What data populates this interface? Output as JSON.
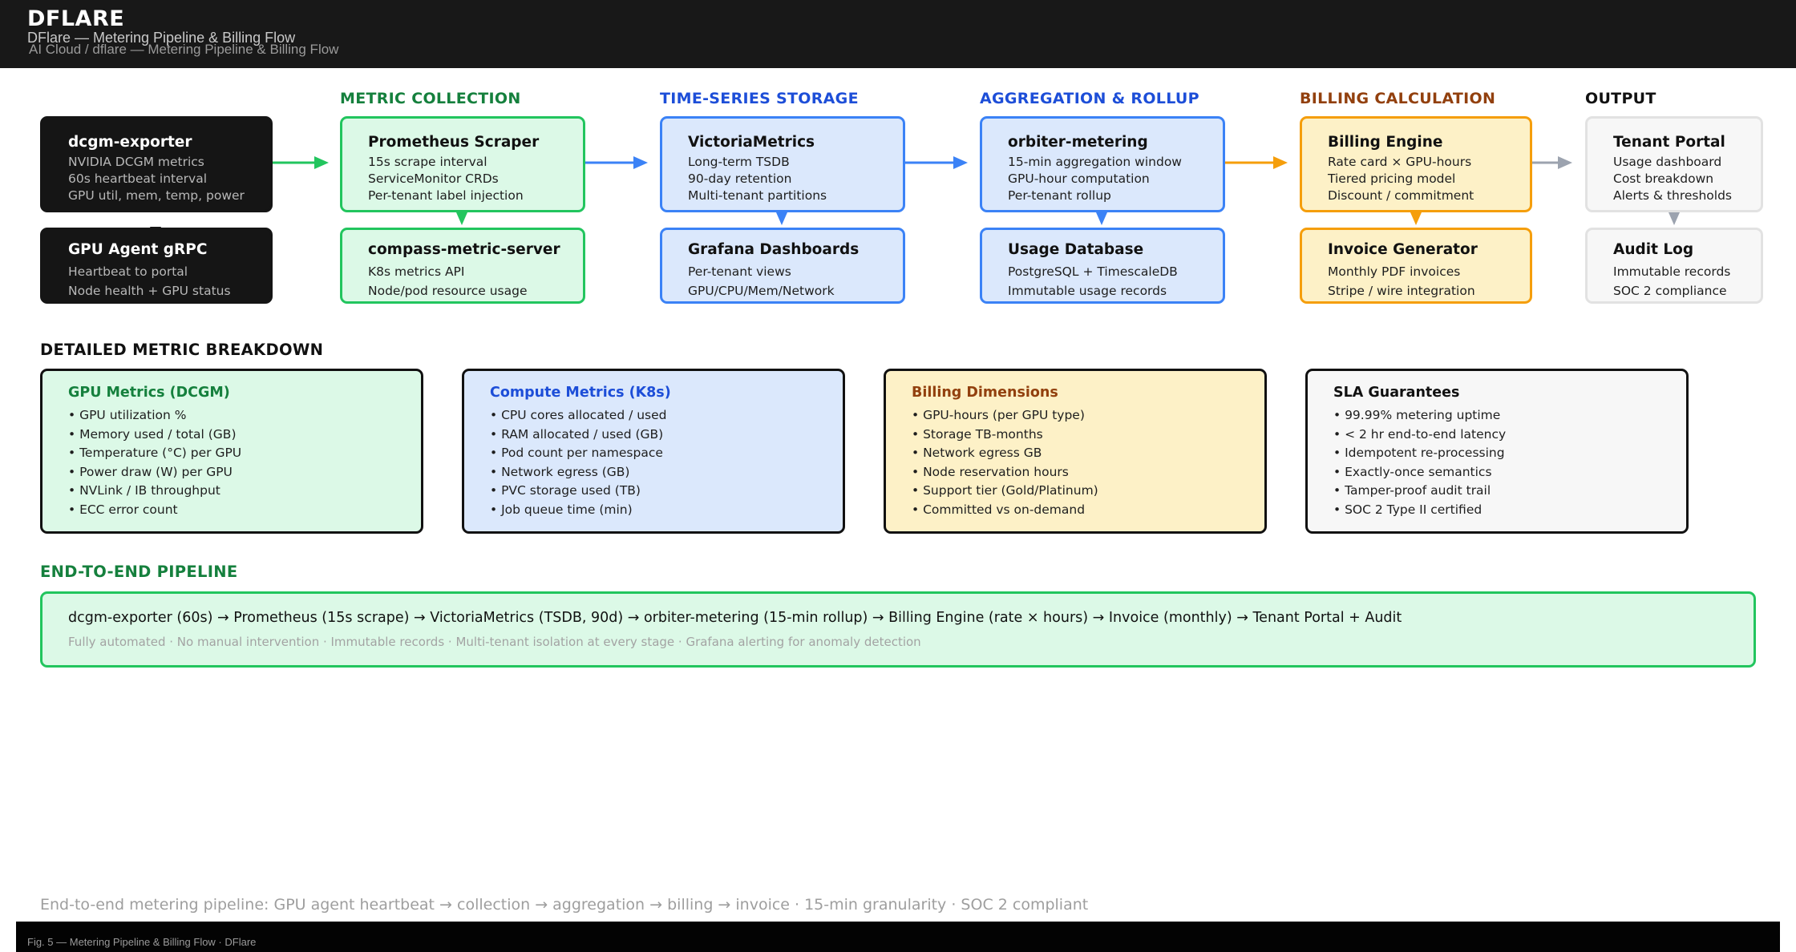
{
  "header": {
    "brand": "DFLARE",
    "subtitle": "DFlare — Metering Pipeline & Billing Flow",
    "breadcrumb": "AI Cloud / dflare — Metering Pipeline & Billing Flow"
  },
  "stages": [
    {
      "label": "METRIC COLLECTION",
      "color": "#15803d"
    },
    {
      "label": "TIME-SERIES STORAGE",
      "color": "#1d4ed8"
    },
    {
      "label": "AGGREGATION & ROLLUP",
      "color": "#1d4ed8"
    },
    {
      "label": "BILLING CALCULATION",
      "color": "#92400e"
    },
    {
      "label": "OUTPUT",
      "color": "#111111"
    }
  ],
  "nodes": {
    "dcgm_exporter": {
      "title": "dcgm-exporter",
      "lines": [
        "NVIDIA DCGM metrics",
        "60s heartbeat interval",
        "GPU util, mem, temp, power"
      ]
    },
    "gpu_agent": {
      "title": "GPU Agent gRPC",
      "lines": [
        "Heartbeat to portal",
        "Node health + GPU status"
      ]
    },
    "prometheus": {
      "title": "Prometheus Scraper",
      "lines": [
        "15s scrape interval",
        "ServiceMonitor CRDs",
        "Per-tenant label injection"
      ]
    },
    "compass": {
      "title": "compass-metric-server",
      "lines": [
        "K8s metrics API",
        "Node/pod resource usage"
      ]
    },
    "victoria": {
      "title": "VictoriaMetrics",
      "lines": [
        "Long-term TSDB",
        "90-day retention",
        "Multi-tenant partitions"
      ]
    },
    "grafana": {
      "title": "Grafana Dashboards",
      "lines": [
        "Per-tenant views",
        "GPU/CPU/Mem/Network"
      ]
    },
    "orbiter": {
      "title": "orbiter-metering",
      "lines": [
        "15-min aggregation window",
        "GPU-hour computation",
        "Per-tenant rollup"
      ]
    },
    "usage_db": {
      "title": "Usage Database",
      "lines": [
        "PostgreSQL + TimescaleDB",
        "Immutable usage records"
      ]
    },
    "billing_engine": {
      "title": "Billing Engine",
      "lines": [
        "Rate card × GPU-hours",
        "Tiered pricing model",
        "Discount / commitment"
      ]
    },
    "invoice_gen": {
      "title": "Invoice Generator",
      "lines": [
        "Monthly PDF invoices",
        "Stripe / wire integration"
      ]
    },
    "tenant_portal": {
      "title": "Tenant Portal",
      "lines": [
        "Usage dashboard",
        "Cost breakdown",
        "Alerts & thresholds"
      ]
    },
    "audit_log": {
      "title": "Audit Log",
      "lines": [
        "Immutable records",
        "SOC 2 compliance"
      ]
    }
  },
  "breakdown": {
    "heading": "DETAILED METRIC BREAKDOWN",
    "cards": [
      {
        "title": "GPU Metrics (DCGM)",
        "title_color": "#15803d",
        "items": [
          "• GPU utilization %",
          "• Memory used / total (GB)",
          "• Temperature (°C) per GPU",
          "• Power draw (W) per GPU",
          "• NVLink / IB throughput",
          "• ECC error count"
        ]
      },
      {
        "title": "Compute Metrics (K8s)",
        "title_color": "#1d4ed8",
        "items": [
          "• CPU cores allocated / used",
          "• RAM allocated / used (GB)",
          "• Pod count per namespace",
          "• Network egress (GB)",
          "• PVC storage used (TB)",
          "• Job queue time (min)"
        ]
      },
      {
        "title": "Billing Dimensions",
        "title_color": "#92400e",
        "items": [
          "• GPU-hours (per GPU type)",
          "• Storage TB-months",
          "• Network egress GB",
          "• Node reservation hours",
          "• Support tier (Gold/Platinum)",
          "• Committed vs on-demand"
        ]
      },
      {
        "title": "SLA Guarantees",
        "title_color": "#111111",
        "items": [
          "• 99.99% metering uptime",
          "• < 2 hr end-to-end latency",
          "• Idempotent re-processing",
          "• Exactly-once semantics",
          "• Tamper-proof audit trail",
          "• SOC 2 Type II certified"
        ]
      }
    ]
  },
  "end_to_end": {
    "heading": "END-TO-END PIPELINE",
    "flow": "dcgm-exporter (60s) → Prometheus (15s scrape) → VictoriaMetrics (TSDB, 90d) → orbiter-metering (15-min rollup) → Billing Engine (rate × hours) → Invoice (monthly) → Tenant Portal + Audit",
    "note": "Fully automated · No manual intervention · Immutable records · Multi-tenant isolation at every stage · Grafana alerting for anomaly detection"
  },
  "caption": "End-to-end metering pipeline: GPU agent heartbeat → collection → aggregation → billing → invoice · 15-min granularity · SOC 2 compliant",
  "figure_label": "Fig. 5 — Metering Pipeline & Billing Flow · DFlare",
  "colors": {
    "green": "#22c55e",
    "blue": "#3b82f6",
    "amber": "#f59e0b",
    "gray": "#9ca3af",
    "dark": "#151515"
  }
}
